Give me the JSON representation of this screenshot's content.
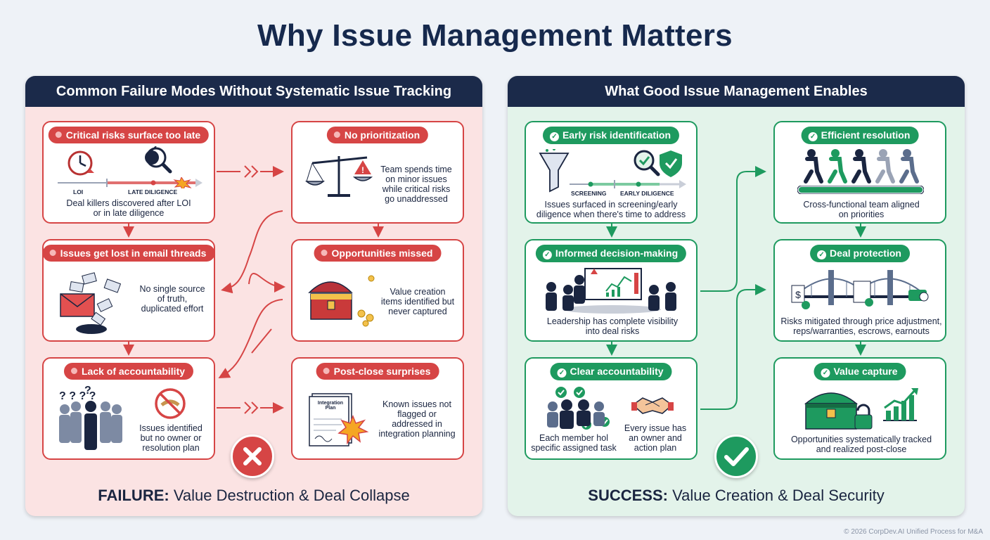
{
  "title": "Why Issue Management Matters",
  "left": {
    "header": "Common Failure Modes Without Systematic Issue Tracking",
    "cards": [
      {
        "label": "Critical risks surface too late",
        "desc1": "Deal killers discovered after LOI",
        "desc2": "or in late diligence",
        "tick1": "LOI",
        "tick2": "LATE DILIGENCE"
      },
      {
        "label": "No prioritization",
        "desc1": "Team spends time",
        "desc2": "on minor issues",
        "desc3": "while critical risks",
        "desc4": "go unaddressed"
      },
      {
        "label": "Issues get lost in email threads",
        "desc1": "No single source",
        "desc2": "of truth,",
        "desc3": "duplicated effort"
      },
      {
        "label": "Opportunities missed",
        "desc1": "Value creation",
        "desc2": "items identified but",
        "desc3": "never captured"
      },
      {
        "label": "Lack of accountability",
        "desc1": "Issues identified",
        "desc2": "but no owner or",
        "desc3": "resolution plan"
      },
      {
        "label": "Post-close surprises",
        "desc1": "Known issues not",
        "desc2": "flagged or",
        "desc3": "addressed in",
        "desc4": "integration planning",
        "doc1": "Integration",
        "doc2": "Plan"
      }
    ],
    "footer_bold": "FAILURE:",
    "footer_rest": " Value Destruction & Deal Collapse",
    "accent": "#d64545"
  },
  "right": {
    "header": "What Good Issue Management Enables",
    "cards": [
      {
        "label": "Early risk identification",
        "desc1": "Issues surfaced in screening/early",
        "desc2": "diligence when there's time to address",
        "tick1": "SCREENING",
        "tick2": "EARLY DILIGENCE"
      },
      {
        "label": "Efficient resolution",
        "desc1": "Cross-functional team aligned",
        "desc2": "on priorities"
      },
      {
        "label": "Informed decision-making",
        "desc1": "Leadership has complete visibility",
        "desc2": "into deal risks"
      },
      {
        "label": "Deal protection",
        "desc1": "Risks mitigated through price adjustment,",
        "desc2": "reps/warranties, escrows, earnouts"
      },
      {
        "label": "Clear accountability",
        "desc1": "Each member hol",
        "desc2": "specific assigned task",
        "desc3": "Every issue has",
        "desc4": "an owner and",
        "desc5": "action plan"
      },
      {
        "label": "Value capture",
        "desc1": "Opportunities systematically tracked",
        "desc2": "and realized post-close"
      }
    ],
    "footer_bold": "SUCCESS:",
    "footer_rest": " Value Creation & Deal Security",
    "accent": "#1e9a5f"
  },
  "copyright": "© 2026 CorpDev.AI Unified Process for M&A"
}
